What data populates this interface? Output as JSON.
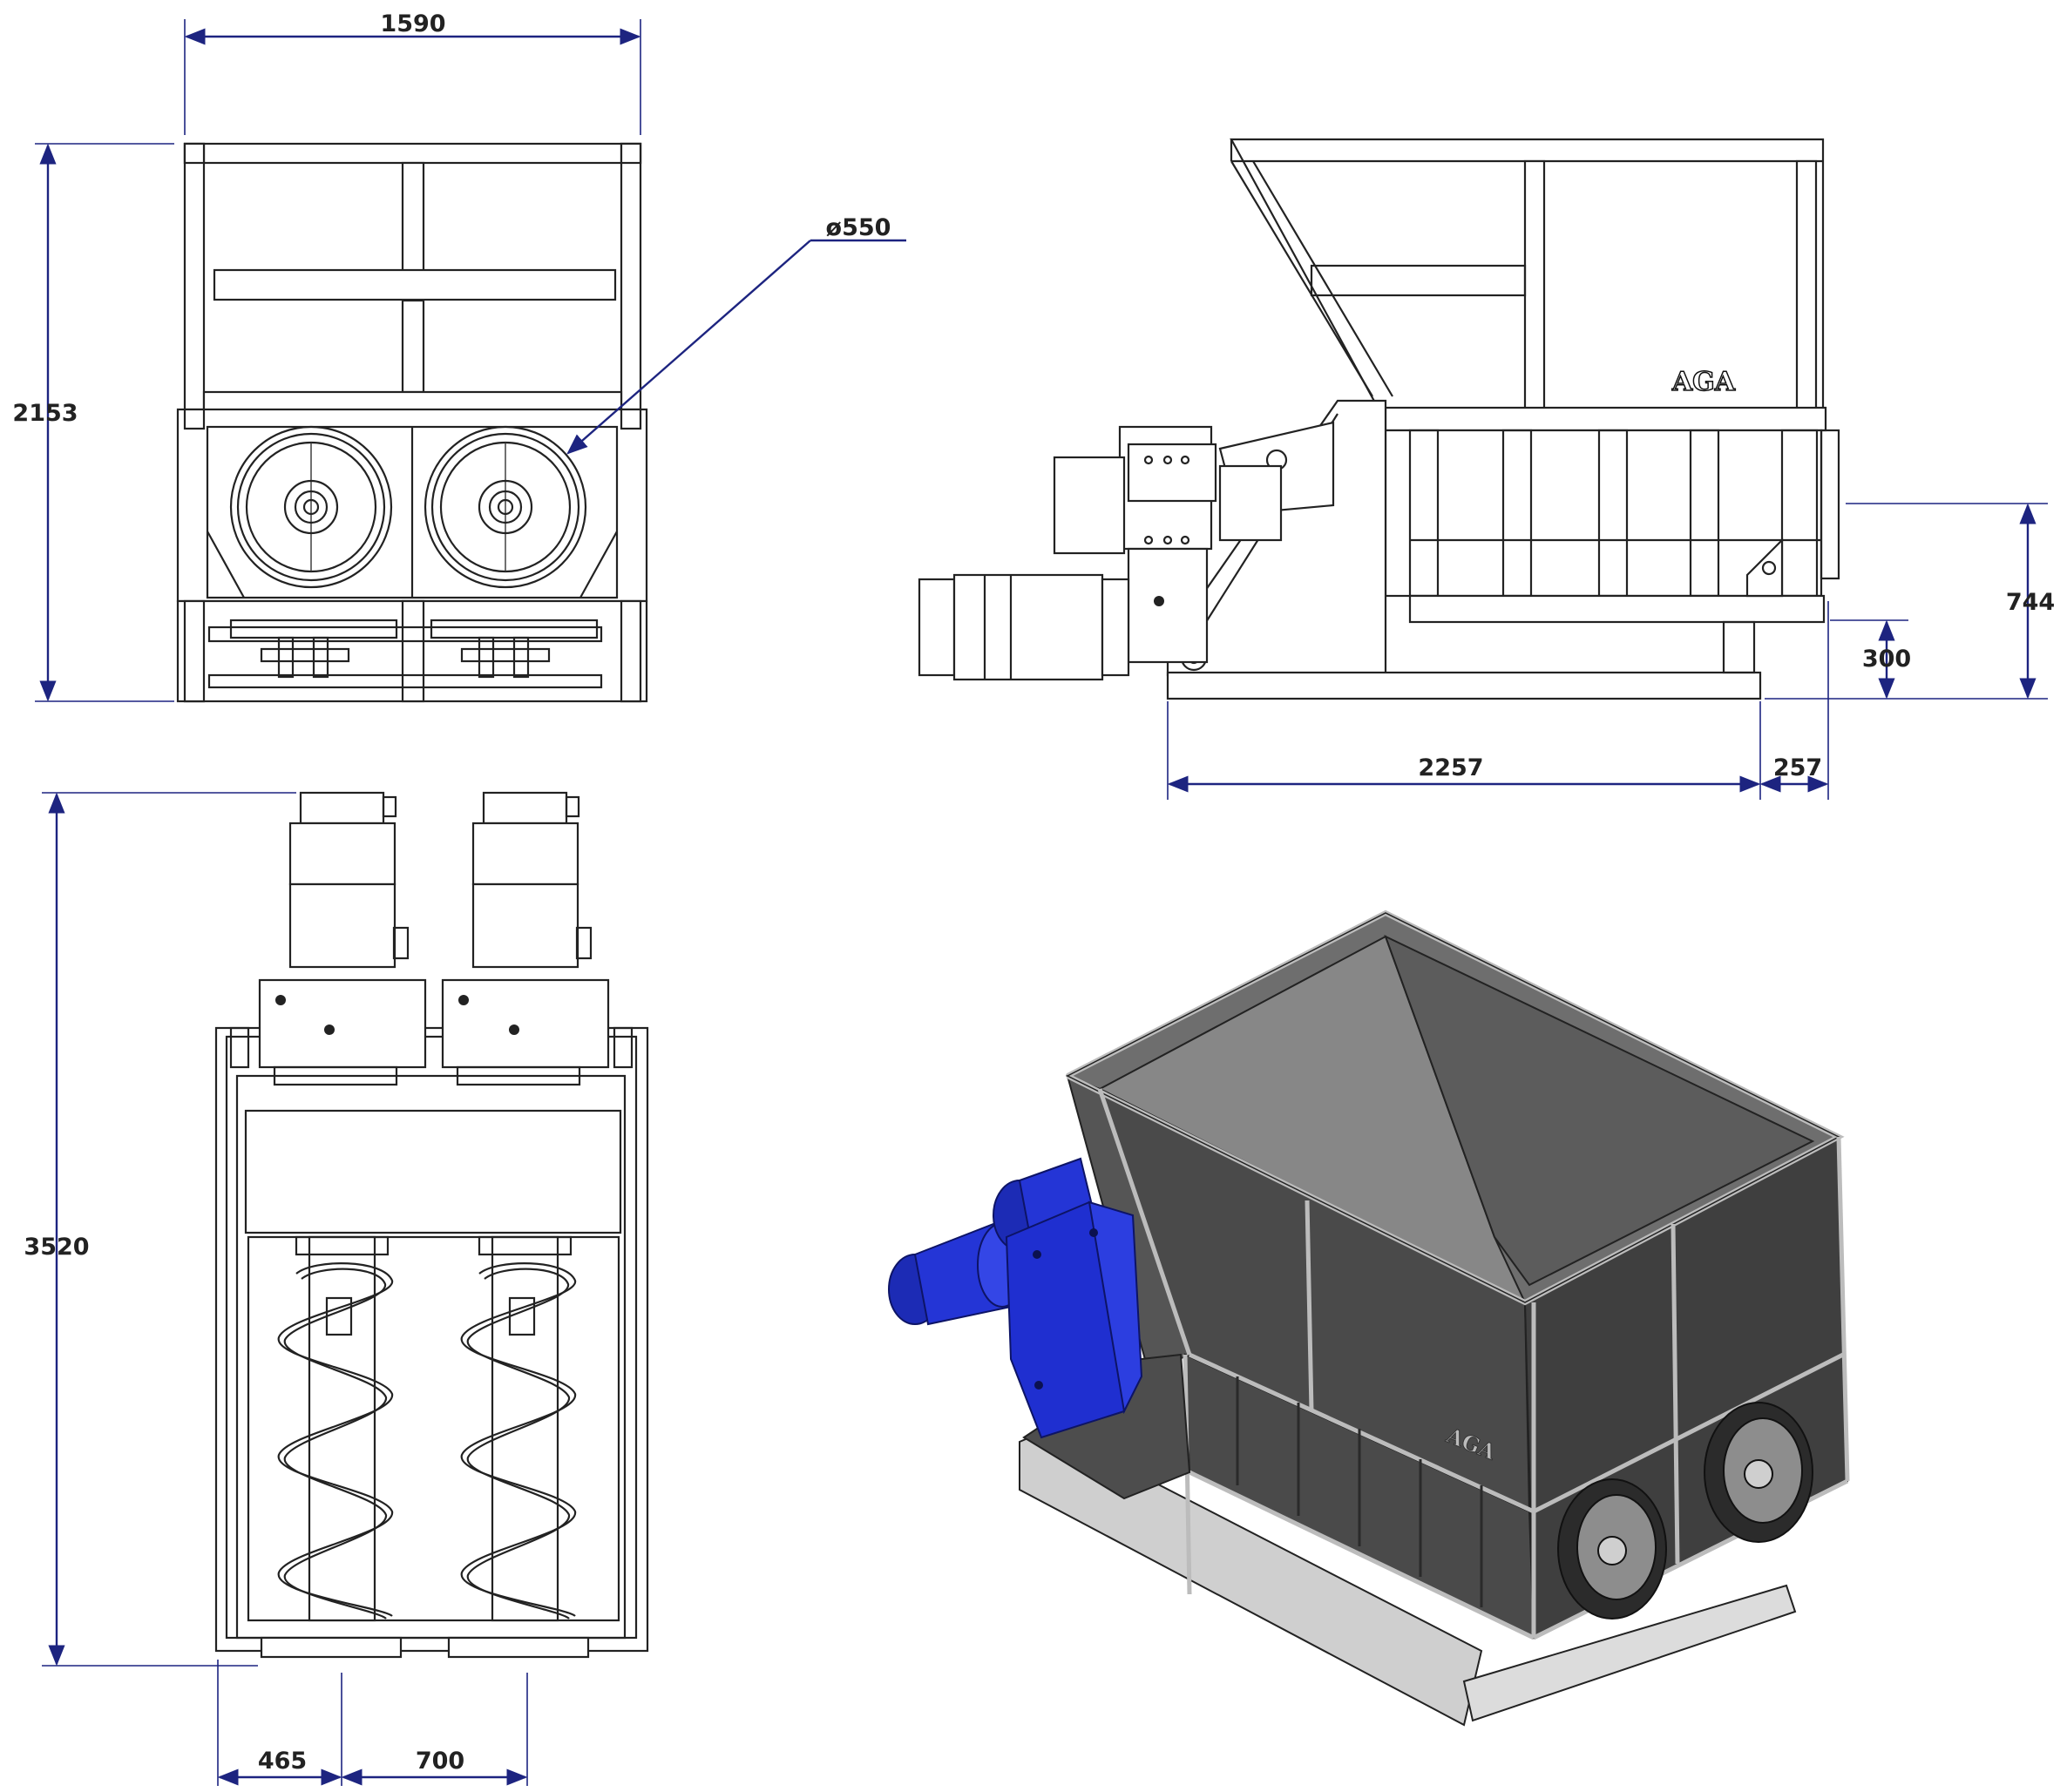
{
  "dimensions": {
    "front_width": "1590",
    "front_height": "2153",
    "rotor_diameter": "ø550",
    "side_height": "744",
    "side_clearance": "300",
    "side_base_length": "2257",
    "side_overhang": "257",
    "top_length": "3520",
    "top_offset": "465",
    "top_spacing": "700"
  },
  "branding": {
    "logo": "AGA"
  },
  "colors": {
    "line": "#222222",
    "dimension": "#1d2480",
    "motor_blue": "#1f2fd0",
    "body_dark": "#4a4a4a"
  }
}
